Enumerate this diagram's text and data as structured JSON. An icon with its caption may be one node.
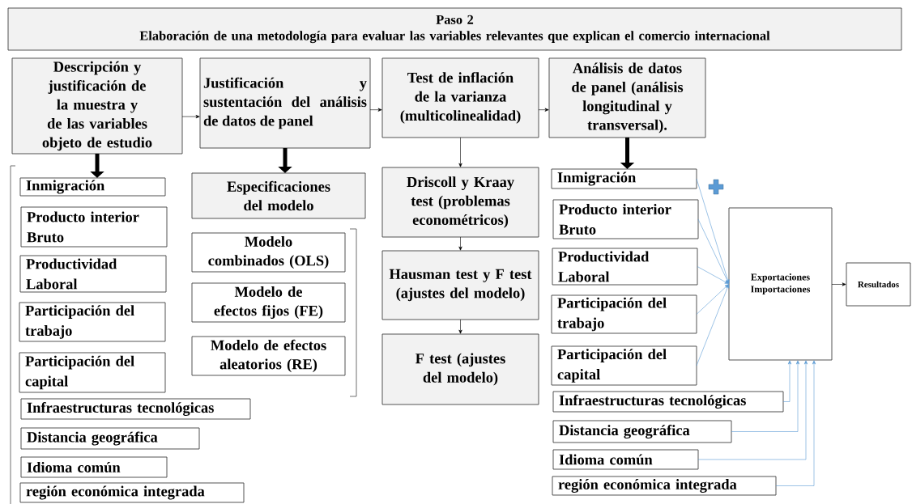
{
  "diagram": {
    "nodes": [
      {
        "text": [
          "Paso 2",
          "Elaboración de una metodología para evaluar las variables relevantes que explican el comercio internacional"
        ]
      },
      {
        "text": [
          "Descripción y justificación de la muestra y de las variables objeto de estudio"
        ]
      },
      {
        "text": [
          "Justificación y sustentación del análisis de datos de panel"
        ]
      },
      {
        "text": [
          "Test de inflación de la varianza (multicolinealidad)"
        ]
      },
      {
        "text": [
          "Análisis de datos de panel (análisis longitudinal y transversal)."
        ]
      },
      {
        "text": [
          "Inmigración"
        ]
      },
      {
        "text": [
          "Producto interior Bruto"
        ]
      },
      {
        "text": [
          "Productividad Laboral"
        ]
      },
      {
        "text": [
          "Participación del trabajo"
        ]
      },
      {
        "text": [
          "Participación del capital"
        ]
      },
      {
        "text": [
          "Infraestructuras tecnológicas"
        ]
      },
      {
        "text": [
          "Distancia geográfica"
        ]
      },
      {
        "text": [
          "Idioma común"
        ]
      },
      {
        "text": [
          "región económica integrada"
        ]
      },
      {
        "text": [
          "Especificaciones del modelo"
        ]
      },
      {
        "text": [
          "Modelo combinados (OLS)"
        ]
      },
      {
        "text": [
          "Modelo de efectos fijos (FE)"
        ]
      },
      {
        "text": [
          "Modelo de efectos aleatorios (RE)"
        ]
      },
      {
        "text": [
          "Driscoll y Kraay test (problemas econométricos)"
        ]
      },
      {
        "text": [
          "Hausman test y F test (ajustes del modelo)"
        ]
      },
      {
        "text": [
          "F test (ajustes del modelo)"
        ]
      },
      {
        "text": [
          "Inmigración"
        ]
      },
      {
        "text": [
          "Producto interior Bruto"
        ]
      },
      {
        "text": [
          "Productividad Laboral"
        ]
      },
      {
        "text": [
          "Participación del trabajo"
        ]
      },
      {
        "text": [
          "Participación del capital"
        ]
      },
      {
        "text": [
          "Infraestructuras tecnológicas"
        ]
      },
      {
        "text": [
          "Distancia geográfica"
        ]
      },
      {
        "text": [
          "Idioma común"
        ]
      },
      {
        "text": [
          "región económica integrada"
        ]
      },
      {
        "text": [
          "Exportaciones Importaciones"
        ]
      },
      {
        "text": [
          "Resultados"
        ]
      }
    ],
    "edges": [
      {
        "from": 1,
        "to": 2,
        "arrow": "to"
      },
      {
        "from": 2,
        "to": 3,
        "arrow": "to"
      },
      {
        "from": 3,
        "to": 4,
        "arrow": "to"
      },
      {
        "from": 1,
        "to": 5,
        "arrow": "to",
        "style": "thick"
      },
      {
        "from": 2,
        "to": 14,
        "arrow": "to",
        "style": "thick"
      },
      {
        "from": 4,
        "to": 21,
        "arrow": "to",
        "style": "thick"
      },
      {
        "from": 3,
        "to": 18,
        "arrow": "to"
      },
      {
        "from": 18,
        "to": 19,
        "arrow": "to"
      },
      {
        "from": 19,
        "to": 20,
        "arrow": "to"
      },
      {
        "from": 21,
        "to": 30,
        "arrow": "to",
        "color": "#5b9bd5"
      },
      {
        "from": 22,
        "to": 30,
        "arrow": "to",
        "color": "#5b9bd5"
      },
      {
        "from": 23,
        "to": 30,
        "arrow": "to",
        "color": "#5b9bd5"
      },
      {
        "from": 24,
        "to": 30,
        "arrow": "to",
        "color": "#5b9bd5"
      },
      {
        "from": 25,
        "to": 30,
        "arrow": "to",
        "color": "#5b9bd5"
      },
      {
        "from": 26,
        "to": 30,
        "arrow": "to",
        "color": "#5b9bd5"
      },
      {
        "from": 27,
        "to": 30,
        "arrow": "to",
        "color": "#5b9bd5"
      },
      {
        "from": 28,
        "to": 30,
        "arrow": "to",
        "color": "#5b9bd5"
      },
      {
        "from": 29,
        "to": 30,
        "arrow": "to",
        "color": "#5b9bd5"
      },
      {
        "from": 30,
        "to": 31,
        "arrow": "to"
      }
    ]
  }
}
